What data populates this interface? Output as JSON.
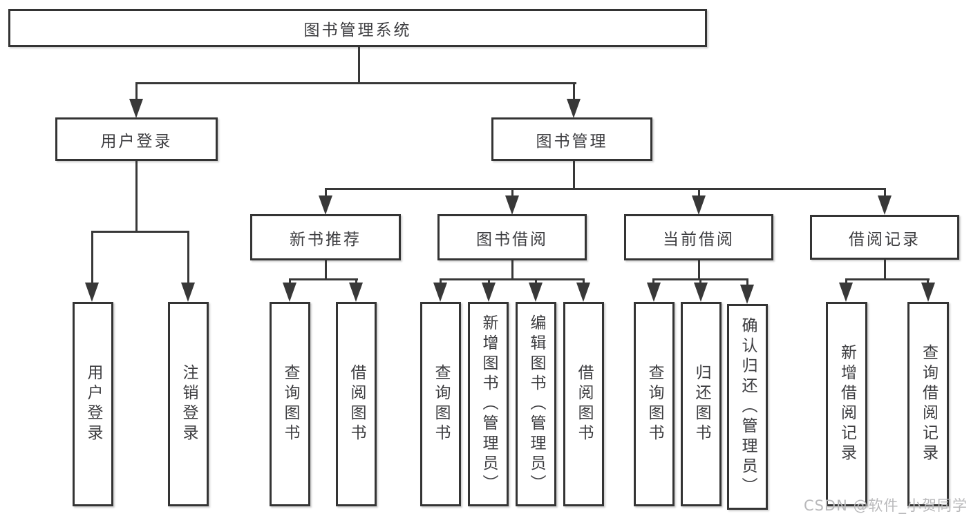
{
  "diagram": {
    "title": "图书管理系统",
    "root": {
      "label": "图书管理系统"
    },
    "branches": [
      {
        "label": "用户登录",
        "children": [
          {
            "label": "用户登录"
          },
          {
            "label": "注销登录"
          }
        ]
      },
      {
        "label": "图书管理",
        "children": [
          {
            "label": "新书推荐",
            "children": [
              {
                "label": "查询图书"
              },
              {
                "label": "借阅图书"
              }
            ]
          },
          {
            "label": "图书借阅",
            "children": [
              {
                "label": "查询图书"
              },
              {
                "label": "新增图书（管理员）"
              },
              {
                "label": "编辑图书（管理员）"
              },
              {
                "label": "借阅图书"
              }
            ]
          },
          {
            "label": "当前借阅",
            "children": [
              {
                "label": "查询图书"
              },
              {
                "label": "归还图书"
              },
              {
                "label": "确认归还（管理员）"
              }
            ]
          },
          {
            "label": "借阅记录",
            "children": [
              {
                "label": "新增借阅记录"
              },
              {
                "label": "查询借阅记录"
              }
            ]
          }
        ]
      }
    ]
  },
  "watermark": {
    "text": "CSDN @软件_小贺同学"
  },
  "colors": {
    "line": "#383838",
    "border": "#343434",
    "text": "#3d3d40",
    "box_background": "#ffffff",
    "page_background": "#ffffff",
    "watermark": "#b9b9bb"
  }
}
